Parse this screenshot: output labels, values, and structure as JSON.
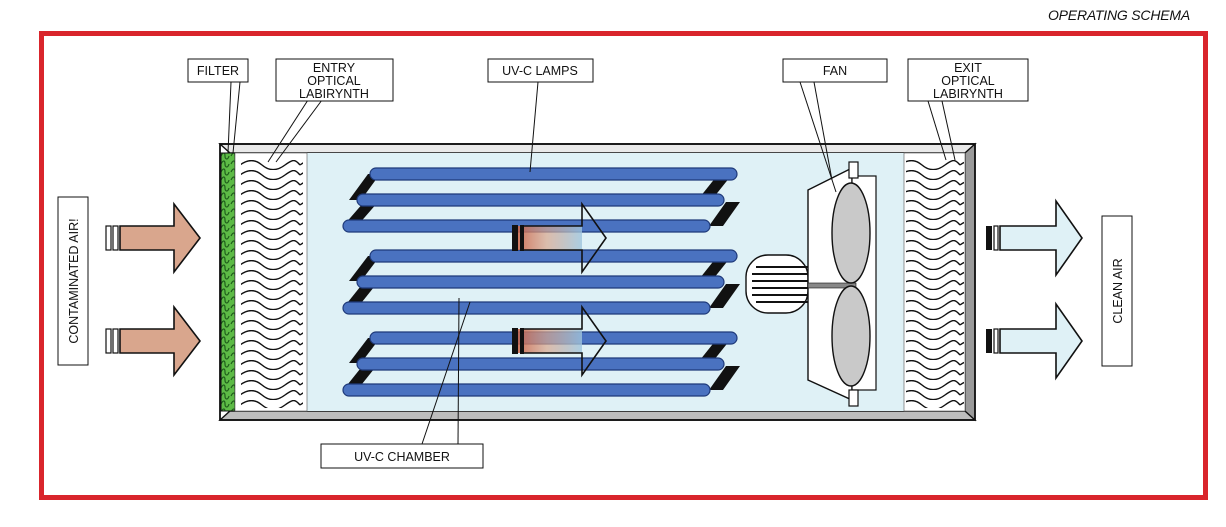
{
  "title": "OPERATING SCHEMA",
  "colors": {
    "frame": "#d9252c",
    "filter": "#5dbb46",
    "chamber": "#dff1f6",
    "lamp": "#4a72c0",
    "lamp_edge": "#1f3a7a",
    "contaminated_arrow": "#d9a68d",
    "clean_arrow": "#dff1f6"
  },
  "labels": {
    "filter": "FILTER",
    "entry_labyrinth": [
      "ENTRY",
      "OPTICAL",
      "LABIRYNTH"
    ],
    "uvc_lamps": "UV-C LAMPS",
    "fan": "FAN",
    "exit_labyrinth": [
      "EXIT",
      "OPTICAL",
      "LABIRYNTH"
    ],
    "uvc_chamber": "UV-C CHAMBER",
    "contaminated_air": "CONTAMINATED AIR!",
    "clean_air": "CLEAN AIR"
  }
}
